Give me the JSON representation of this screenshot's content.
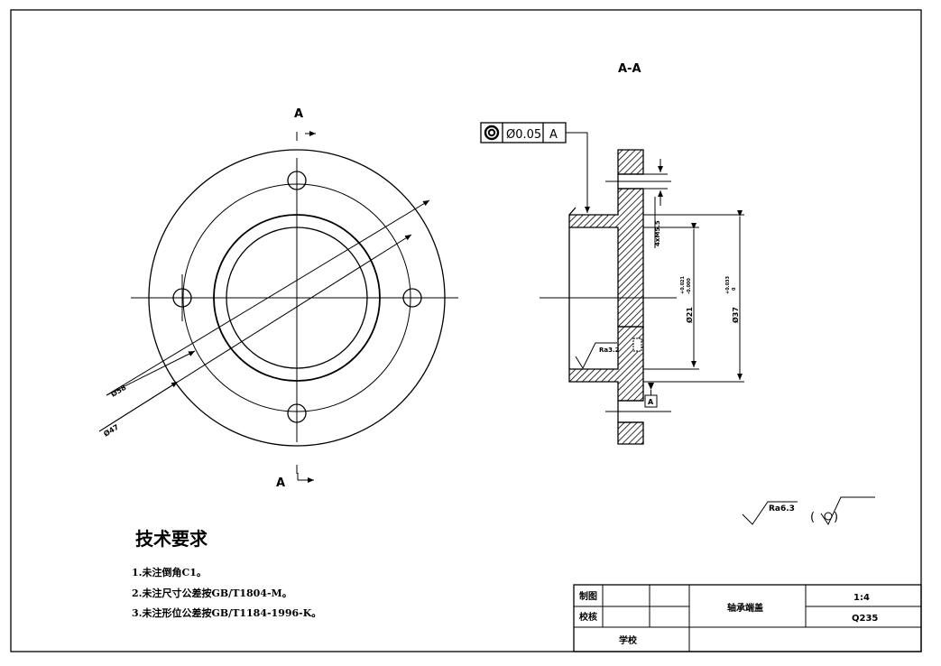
{
  "section": {
    "view_label": "A-A"
  },
  "front_view": {
    "cut_mark_top": "A",
    "cut_mark_bottom": "A"
  },
  "dimensions": {
    "d_inner_circle": "Ø58",
    "d_bolt_circle": "Ø47",
    "d_bore": "Ø21",
    "d_bore_tol_upper": "+0.021",
    "d_bore_tol_lower": "-0.000",
    "d_spigot": "Ø37",
    "d_spigot_tol_upper": "+0.033",
    "d_spigot_tol_lower": "0",
    "thread": "4xM5.5"
  },
  "gdt": {
    "symbol": "concentricity",
    "tolerance": "Ø0.05",
    "datum": "A"
  },
  "datum_label": "A",
  "roughness": {
    "local": "Ra3.2",
    "general": "Ra6.3",
    "paren_open": "(",
    "paren_close": ")"
  },
  "requirements": {
    "title": "技术要求",
    "items": [
      "1.未注倒角C1。",
      "2.未注尺寸公差按GB/T1804-M。",
      "3.未注形位公差按GB/T1184-1996-K。"
    ]
  },
  "title_block": {
    "drawn_by": "制图",
    "checked_by": "校核",
    "school": "学校",
    "part_name": "轴承端盖",
    "scale": "1:4",
    "material": "Q235"
  }
}
